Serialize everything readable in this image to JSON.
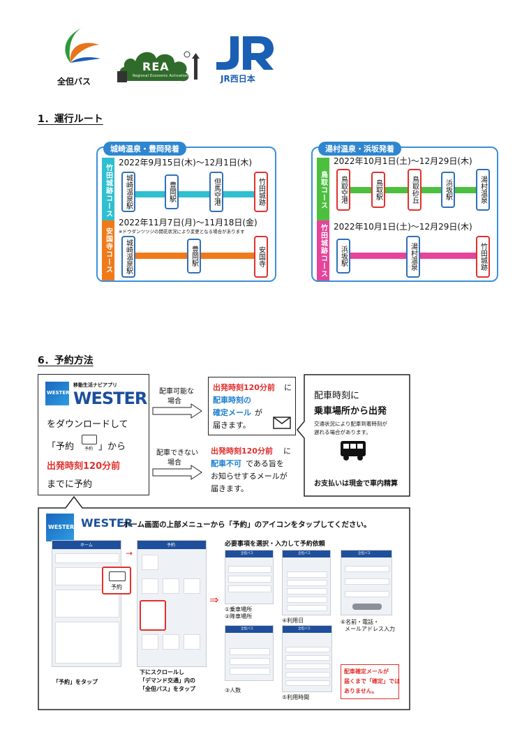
{
  "logos": {
    "zentan": "全但バス",
    "rea_title": "REA",
    "rea_sub": "Regional Economic Activation",
    "jr": "JR西日本"
  },
  "section1": {
    "title": "1．運行ルート"
  },
  "left_panel": {
    "header": "城崎温泉・豊岡発着",
    "courseA": {
      "tab": "竹田城跡コース",
      "date": "2022年9月15日(木)～12月1日(木)",
      "stations": [
        "城崎温泉駅",
        "豊岡駅",
        "但馬空港",
        "竹田城跡"
      ]
    },
    "courseB": {
      "tab": "安国寺コース",
      "date": "2022年11月7日(月)～11月18日(金)",
      "note": "※ドウダンツツジの開花状況により変更となる場合があります",
      "stations": [
        "城崎温泉駅",
        "豊岡駅",
        "安国寺"
      ]
    }
  },
  "right_panel": {
    "header": "湯村温泉・浜坂発着",
    "courseA": {
      "tab": "鳥取コース",
      "date": "2022年10月1日(土)～12月29日(木)",
      "stations": [
        "鳥取空港",
        "鳥取駅",
        "鳥取砂丘",
        "浜坂駅",
        "湯村温泉"
      ]
    },
    "courseB": {
      "tab": "竹田城跡コース",
      "date": "2022年10月1日(土)～12月29日(木)",
      "stations": [
        "浜坂駅",
        "湯村温泉",
        "竹田城跡"
      ]
    }
  },
  "section6": {
    "title": "6．予約方法"
  },
  "app_box": {
    "badge": "WESTER",
    "subtitle": "移動生活ナビアプリ",
    "brand": "WESTER",
    "line1": "をダウンロードして",
    "line2_a": "「予約",
    "line2_icon": "予約",
    "line2_b": "」から",
    "line3": "出発時刻120分前",
    "line4": "までに予約"
  },
  "flow": {
    "ok_label_1": "配車可能な",
    "ok_label_2": "場合",
    "ok_msg_1a": "出発時刻120分前",
    "ok_msg_1b": "に",
    "ok_msg_2": "配車時刻の",
    "ok_msg_3a": "確定メール",
    "ok_msg_3b": "が",
    "ok_msg_4": "届きます。",
    "ng_label_1": "配車できない",
    "ng_label_2": "場合",
    "ng_msg_1a": "出発時刻120分前",
    "ng_msg_1b": "に",
    "ng_msg_2a": "配車不可",
    "ng_msg_2b": "である旨を",
    "ng_msg_3": "お知らせするメールが",
    "ng_msg_4": "届きます。"
  },
  "result_box": {
    "line1": "配車時刻に",
    "line2": "乗車場所から出発",
    "note1": "交通状況により配車到着時刻が",
    "note2": "遅れる場合があります。",
    "pay": "お支払いは現金で車内精算"
  },
  "guide": {
    "badge": "WESTER",
    "brand": "WESTER",
    "instruction": "ホーム画面の上部メニューから「予約」のアイコンをタップしてください。",
    "screen1_title": "ホーム",
    "screen1_icon": "予約",
    "screen1_caption": "「予約」をタップ",
    "screen2_title": "予約",
    "screen2_cap1": "下にスクロールし",
    "screen2_cap2": "「デマンド交通」内の",
    "screen2_cap3": "「全但バス」をタップ",
    "steps_title": "必要事項を選択・入力して予約依頼",
    "step1a": "①乗車場所",
    "step1b": "②降車場所",
    "step4": "④利用日",
    "step6a": "⑥名前・電話・",
    "step6b": "メールアドレス入力",
    "step3": "③人数",
    "step5": "⑤利用時間",
    "warn1": "配車確定メールが",
    "warn2": "届くまで「確定」では",
    "warn3": "ありません。",
    "mini_header": "全但バス"
  },
  "colors": {
    "blue": "#2f86d0",
    "green": "#4cbf3f",
    "cyan": "#2fbfd0",
    "orange": "#f07a1a",
    "pink": "#e5449a",
    "red": "#e0302d"
  }
}
